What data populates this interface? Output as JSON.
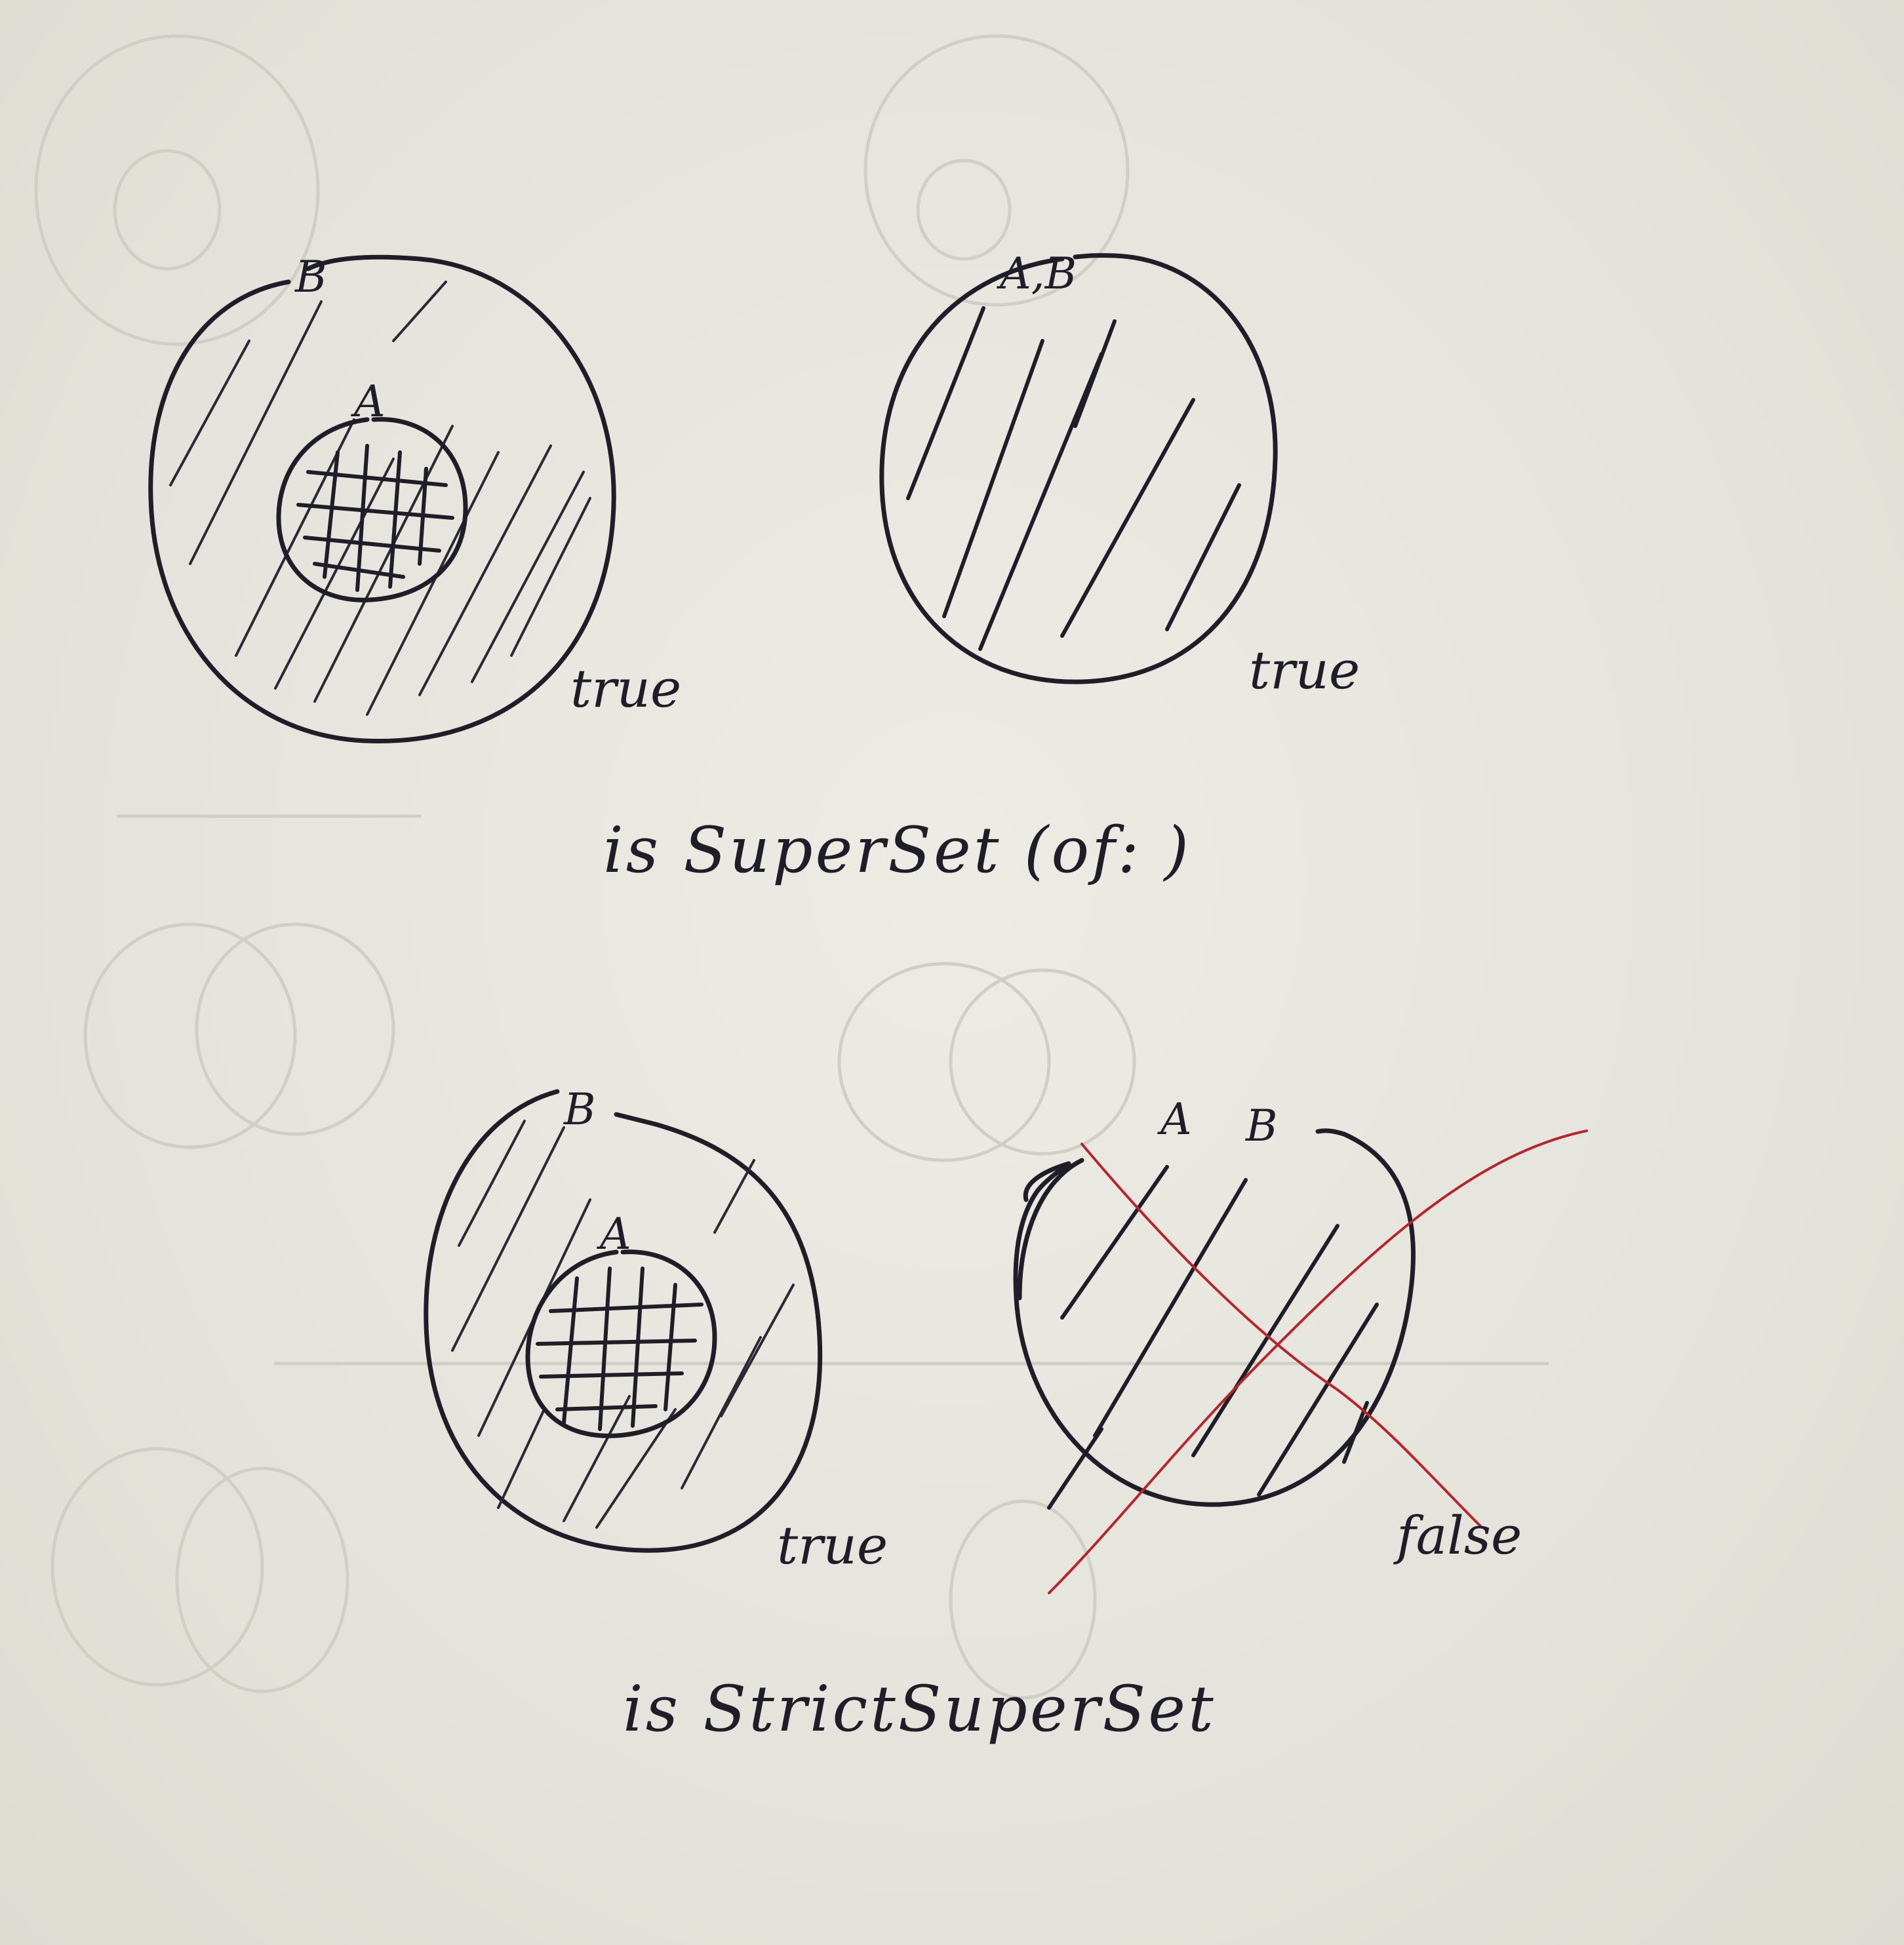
{
  "sections": [
    {
      "caption": "is SuperSet (of: )",
      "diagrams": [
        {
          "labels": [
            "B",
            "A"
          ],
          "result": "true"
        },
        {
          "labels": [
            "A,B"
          ],
          "result": "true"
        }
      ]
    },
    {
      "caption": "is StrictSuperSet",
      "diagrams": [
        {
          "labels": [
            "B",
            "A"
          ],
          "result": "true"
        },
        {
          "labels": [
            "A",
            "B"
          ],
          "result": "false",
          "crossed_out": true
        }
      ]
    }
  ],
  "colors": {
    "ink": "#1f1e28",
    "cross_out": "#b8242c",
    "paper": "#e6e6df"
  }
}
